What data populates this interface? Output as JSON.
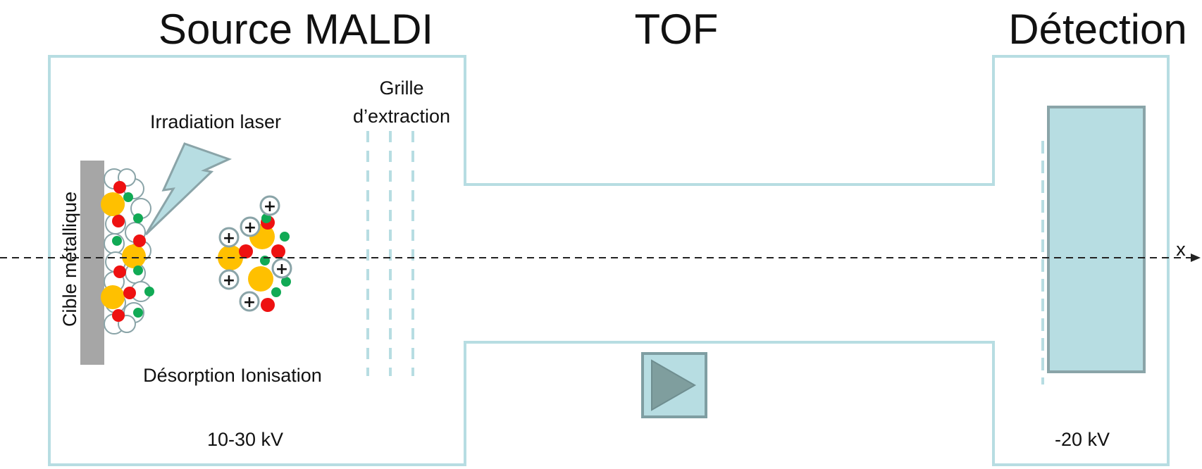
{
  "titles": {
    "source": "Source MALDI",
    "tof": "TOF",
    "detection": "Détection"
  },
  "labels": {
    "laser": "Irradiation laser",
    "grid_line1": "Grille",
    "grid_line2": "d’extraction",
    "target": "Cible métallique",
    "desorption": "Désorption Ionisation",
    "source_voltage": "10-30 kV",
    "detector_voltage": "-20 kV",
    "axis": "x"
  },
  "symbols": {
    "ion_charge": "+"
  },
  "colors": {
    "outline": "#b7dde2",
    "detector_fill": "#b7dde2",
    "detector_stroke": "#7f9ea2",
    "target": "#a6a6a6",
    "analyte": "#ffc000",
    "red_particle": "#ee1111",
    "green_particle": "#11aa55",
    "matrix_stroke": "#8aa4a8"
  }
}
